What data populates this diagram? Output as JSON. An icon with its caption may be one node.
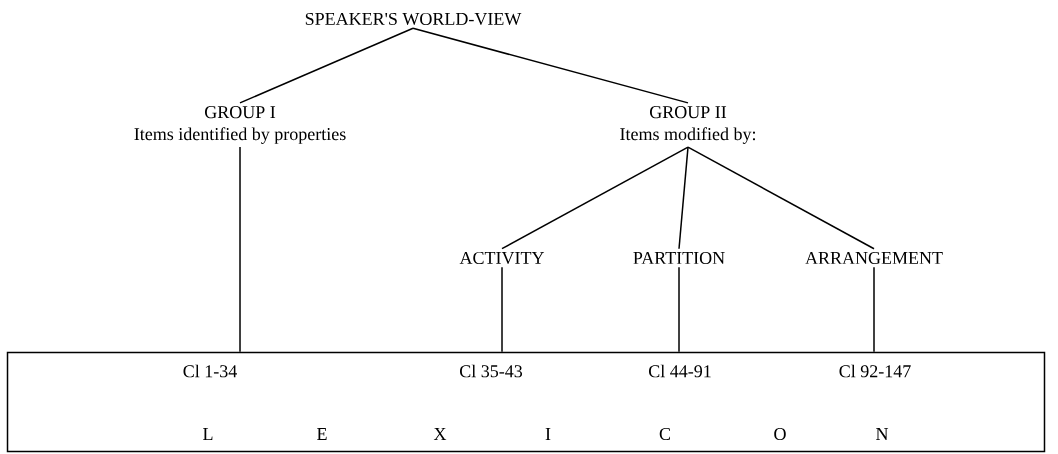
{
  "diagram": {
    "nodes": [
      {
        "text": [
          "SPEAKER'S WORLD-VIEW"
        ]
      },
      {
        "text": [
          "GROUP I",
          "Items identified by properties"
        ]
      },
      {
        "text": [
          "GROUP II",
          "Items modified by:"
        ]
      },
      {
        "text": [
          "ACTIVITY"
        ]
      },
      {
        "text": [
          "PARTITION"
        ]
      },
      {
        "text": [
          "ARRANGEMENT"
        ]
      },
      {
        "text": [
          "Cl 1-34",
          "Cl 35-43",
          "Cl 44-91",
          "Cl 92-147",
          "L",
          "E",
          "X",
          "I",
          "C",
          "O",
          "N"
        ]
      }
    ],
    "edges": [
      {
        "from": 0,
        "to": 1,
        "arrow": "none"
      },
      {
        "from": 0,
        "to": 2,
        "arrow": "none"
      },
      {
        "from": 2,
        "to": 3,
        "arrow": "none"
      },
      {
        "from": 2,
        "to": 4,
        "arrow": "none"
      },
      {
        "from": 2,
        "to": 5,
        "arrow": "none"
      },
      {
        "from": 1,
        "to": 6,
        "arrow": "none"
      },
      {
        "from": 3,
        "to": 6,
        "arrow": "none"
      },
      {
        "from": 4,
        "to": 6,
        "arrow": "none"
      },
      {
        "from": 5,
        "to": 6,
        "arrow": "none"
      }
    ]
  }
}
